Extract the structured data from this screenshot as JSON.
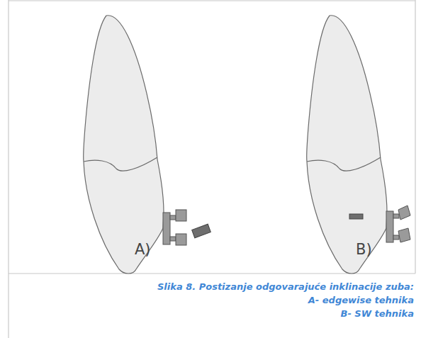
{
  "diagram": {
    "caption": "Slika 8. Postizanje odgovarajuće inklinacije zuba:",
    "labels": [
      "A)",
      "B)",
      "A- edgewise tehnika",
      "B- SW tehnika"
    ]
  }
}
